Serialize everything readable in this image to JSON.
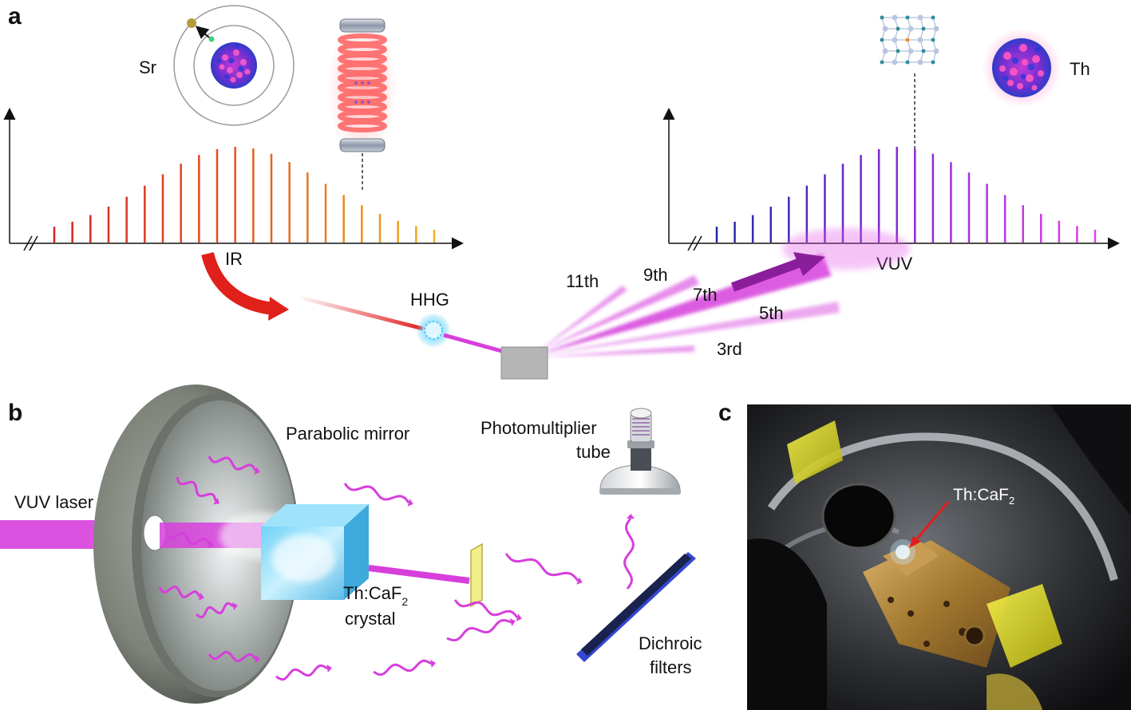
{
  "panels": {
    "a": "a",
    "b": "b",
    "c": "c"
  },
  "panel_a": {
    "sr_label": "Sr",
    "th_label": "Th",
    "ir_label": "IR",
    "vuv_label": "VUV",
    "hhg_label": "HHG",
    "harmonics": [
      "11th",
      "9th",
      "7th",
      "5th",
      "3rd"
    ]
  },
  "panel_b": {
    "vuv_laser": "VUV laser",
    "parabolic_mirror": "Parabolic mirror",
    "crystal_line1": "Th:CaF",
    "crystal_sub": "2",
    "crystal_line2": "crystal",
    "pmt_line1": "Photomultiplier",
    "pmt_line2": "tube",
    "filters_line1": "Dichroic",
    "filters_line2": "filters"
  },
  "panel_c": {
    "sample_label": "Th:CaF",
    "sample_sub": "2"
  },
  "colors": {
    "ir_red": "#d42020",
    "ir_orange": "#ee9a1c",
    "vuv_blue": "#1e2aa8",
    "vuv_magenta": "#e236e8",
    "beam": "#d63fdc",
    "arrow_red": "#e0201b"
  }
}
